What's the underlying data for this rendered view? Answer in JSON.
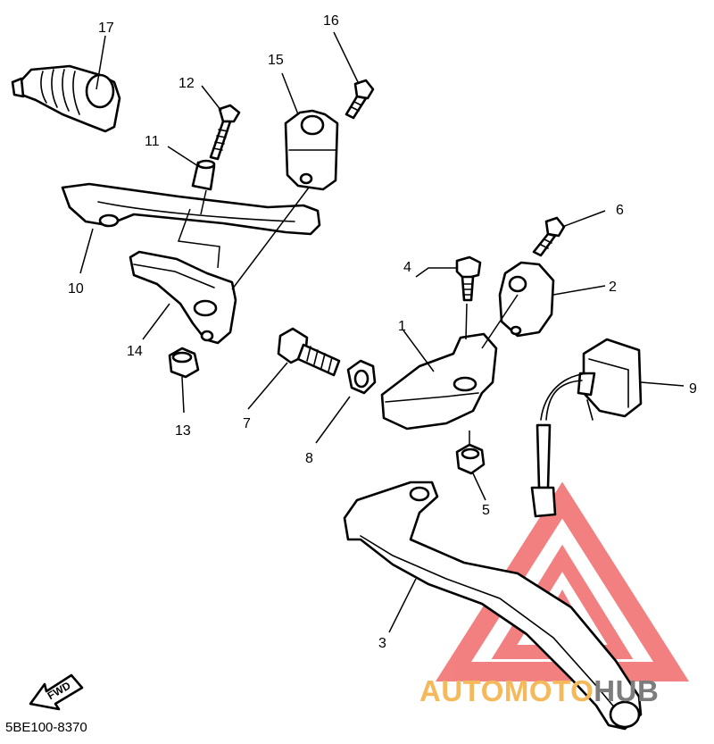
{
  "diagram_code": "5BE100-8370",
  "fwd_label": "FWD",
  "callouts": [
    {
      "id": "1",
      "text": "1"
    },
    {
      "id": "2",
      "text": "2"
    },
    {
      "id": "3",
      "text": "3"
    },
    {
      "id": "4",
      "text": "4"
    },
    {
      "id": "5",
      "text": "5"
    },
    {
      "id": "6",
      "text": "6"
    },
    {
      "id": "7",
      "text": "7"
    },
    {
      "id": "8",
      "text": "8"
    },
    {
      "id": "9",
      "text": "9"
    },
    {
      "id": "10",
      "text": "10"
    },
    {
      "id": "11",
      "text": "11"
    },
    {
      "id": "12",
      "text": "12"
    },
    {
      "id": "13",
      "text": "13"
    },
    {
      "id": "14",
      "text": "14"
    },
    {
      "id": "15",
      "text": "15"
    },
    {
      "id": "16",
      "text": "16"
    },
    {
      "id": "17",
      "text": "17"
    }
  ],
  "watermark": {
    "text_part1": "AUTOMOTO",
    "text_part2": "HUB",
    "color_primary": "#F5B85B",
    "color_secondary": "#7D7D7D",
    "triangle_color": "#F26B6B"
  }
}
